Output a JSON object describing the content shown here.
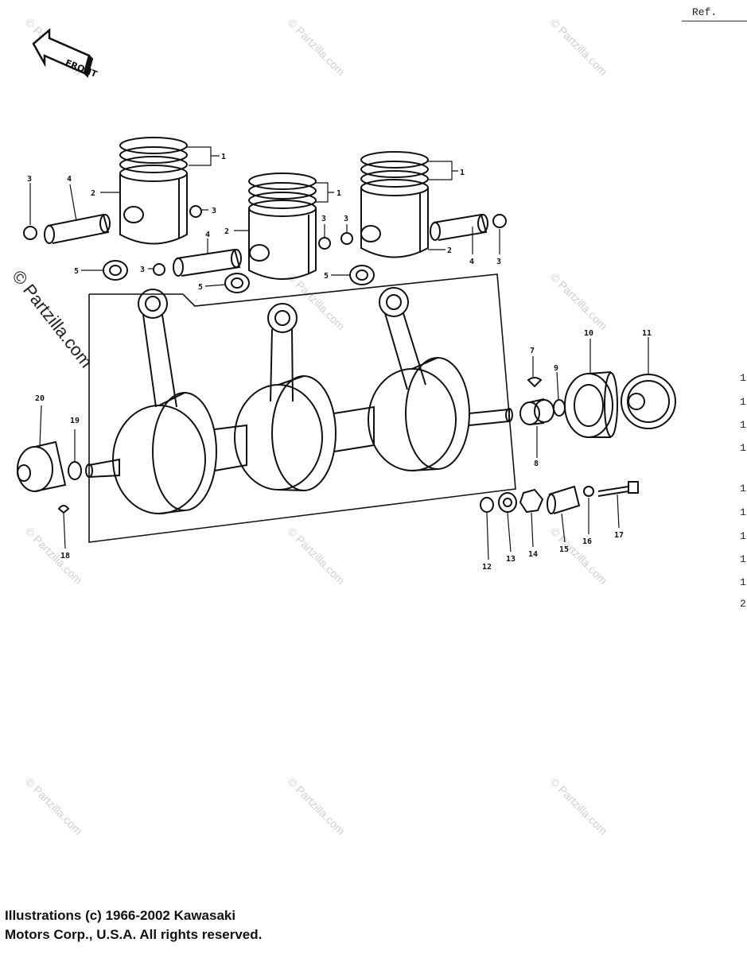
{
  "header": {
    "ref_label": "Ref."
  },
  "front_arrow": {
    "label": "FRONT"
  },
  "watermark": {
    "text": "© Partzilla.com"
  },
  "callouts": [
    "1",
    "2",
    "3",
    "4",
    "5",
    "7",
    "8",
    "9",
    "10",
    "11",
    "12",
    "13",
    "14",
    "15",
    "16",
    "17",
    "18",
    "19",
    "20"
  ],
  "right_column_digits": [
    "1",
    "1",
    "1",
    "1",
    "1",
    "1",
    "1",
    "1",
    "1",
    "2"
  ],
  "footer": {
    "copyright_line1": "Illustrations (c) 1966-2002 Kawasaki",
    "copyright_line2": "Motors Corp., U.S.A.  All rights reserved."
  }
}
